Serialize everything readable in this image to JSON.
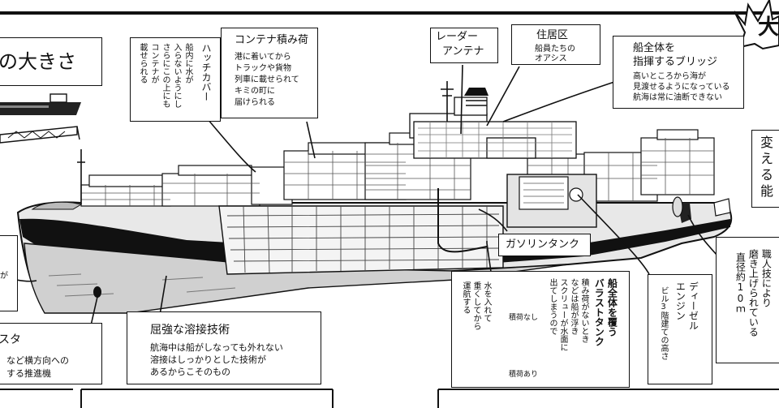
{
  "title_partial": "の大きさ",
  "burst_char": "大",
  "labels": {
    "radar": [
      "レーダー",
      "アンテナ"
    ],
    "living_title": "住居区",
    "living_sub": "船員たちの",
    "living_sub2": "オアシス",
    "bridge_title": [
      "船全体を",
      "指揮するブリッジ"
    ],
    "bridge_body": [
      "高いところから海が",
      "見渡せるようになっている",
      "航海は常に油断できない"
    ],
    "container_title": "コンテナ積み荷",
    "container_body": [
      "港に着いてから",
      "トラックや貨物",
      "列車に載せられて",
      "キミの町に",
      "届けられる"
    ],
    "hatch_title": "ハッチカバー",
    "hatch_body": [
      "船内に水が",
      "入らないようにし",
      "さらにこの上にも",
      "コンテナが",
      "載せられる"
    ],
    "gasoline_tank": "ガソリンタンク",
    "ballast_title": [
      "船全体を覆う",
      "バラストタンク"
    ],
    "ballast_body": [
      "積み荷がないとき",
      "などは船が浮き",
      "スクリューが水面に",
      "出てしまうので"
    ],
    "ballast_side": [
      "水を入れて",
      "重くしてから",
      "運航する"
    ],
    "no_cargo": "積荷なし",
    "with_cargo": "積荷あり",
    "diesel_title": [
      "ディーゼル",
      "エンジン"
    ],
    "diesel_body": "ビル3階建ての高さ",
    "propeller": [
      "職人技により",
      "磨き上げられている",
      "直径約10ｍ"
    ],
    "welding_title": "屈強な溶接技術",
    "welding_body": [
      "航海中は船がしなっても外れない",
      "溶接はしっかりとした技術が",
      "あるからこそのもの"
    ],
    "thruster_title": "スタ",
    "thruster_body": [
      "など横方向への",
      "する推進機"
    ],
    "right_partial": [
      "変",
      "え",
      "る",
      "能"
    ],
    "left_partial_small": "が"
  }
}
